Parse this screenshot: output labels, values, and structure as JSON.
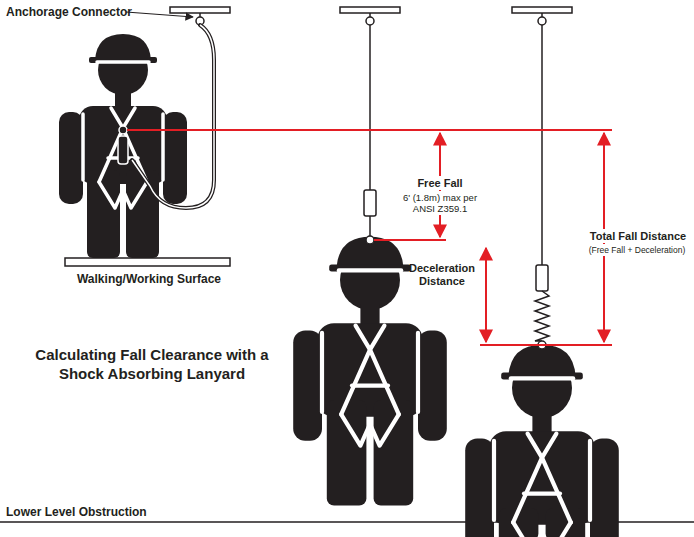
{
  "diagram": {
    "title": "Calculating Fall Clearance with a Shock Absorbing Lanyard",
    "labels": [
      "Anchorage Connector",
      "Walking/Working Surface",
      "Free Fall",
      "6' (1.8m) max per ANSI Z359.1",
      "Total Fall Distance",
      "(Free Fall + Deceleration)",
      "Deceleration Distance",
      "Lower Level Obstruction"
    ]
  }
}
